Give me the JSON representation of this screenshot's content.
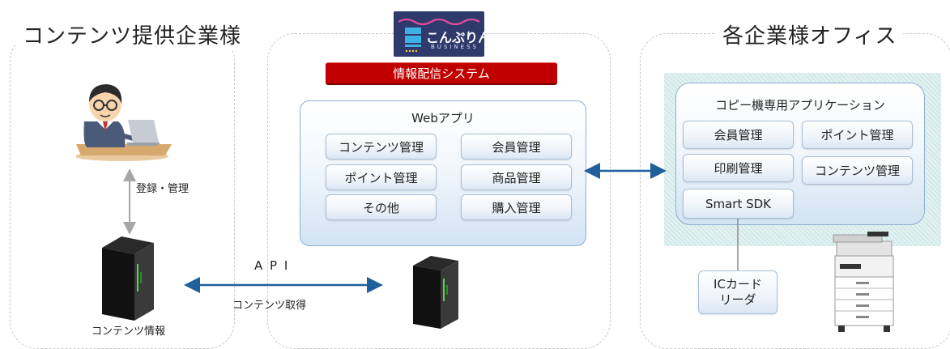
{
  "regions": {
    "provider_title": "コンテンツ提供企業様",
    "office_title": "各企業様オフィス"
  },
  "logo": {
    "main": "こんぷりん",
    "sub": "BUSINESS"
  },
  "system_banner": "情報配信システム",
  "web_app": {
    "title": "Webアプリ",
    "modules": [
      "コンテンツ管理",
      "会員管理",
      "ポイント管理",
      "商品管理",
      "その他",
      "購入管理"
    ]
  },
  "copier_app": {
    "title": "コピー機専用アプリケーション",
    "modules": [
      "会員管理",
      "ポイント管理",
      "印刷管理",
      "コンテンツ管理",
      "Smart SDK"
    ]
  },
  "ic_card": "ICカード\nリーダ",
  "labels": {
    "register": "登録・管理",
    "api": "A P I",
    "content_get": "コンテンツ取得",
    "content_info": "コンテンツ情報"
  },
  "colors": {
    "accent_red": "#c00000",
    "arrow_blue": "#1f5f9b",
    "logo_navy": "#2e3a6b"
  }
}
